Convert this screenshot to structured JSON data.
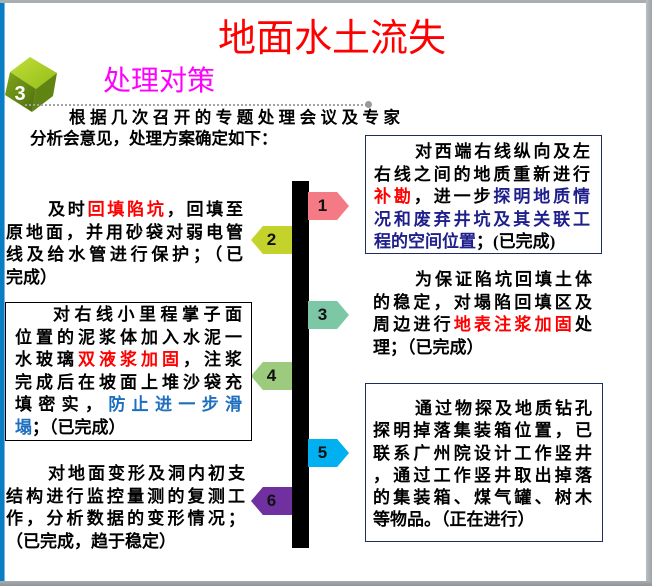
{
  "slide": {
    "title": "地面水土流失",
    "section_number": "3",
    "section_title": "处理对策",
    "intro": [
      "根据几次召开的专题处理会议及专家",
      "分析会意见，处理方案确定如下："
    ]
  },
  "colors": {
    "title": "#FF0000",
    "section_title": "#FF00FF",
    "highlight_red": "#FF0000",
    "highlight_navy": "#1F1F8C",
    "highlight_blue": "#1E6FBF",
    "timeline_bar": "#000000",
    "section_badge": "#8DB51C"
  },
  "items": [
    {
      "number": "1",
      "side": "right",
      "tab_color": "#F47A86",
      "boxed": true,
      "lines": [
        [
          {
            "text": "对西端右线纵向及左"
          }
        ],
        [
          {
            "text": "右线之间的地质重新进行"
          }
        ],
        [
          {
            "text": "补勘",
            "color": "red"
          },
          {
            "text": "，进一步"
          },
          {
            "text": "探明地质情",
            "color": "navy"
          }
        ],
        [
          {
            "text": "况和废弃井坑及其关联工",
            "color": "navy"
          }
        ],
        [
          {
            "text": "程的空间位置",
            "color": "navy"
          },
          {
            "text": "；(已完成)"
          }
        ]
      ]
    },
    {
      "number": "2",
      "side": "left",
      "tab_color": "#C4D32C",
      "boxed": false,
      "lines": [
        [
          {
            "text": "及时"
          },
          {
            "text": "回填陷坑",
            "color": "red"
          },
          {
            "text": "，回填至"
          }
        ],
        [
          {
            "text": "原地面，并用砂袋对弱电管"
          }
        ],
        [
          {
            "text": "线及给水管进行保护；（已"
          }
        ],
        [
          {
            "text": "完成）"
          }
        ]
      ]
    },
    {
      "number": "3",
      "side": "right",
      "tab_color": "#7CC7A5",
      "boxed": false,
      "lines": [
        [
          {
            "text": "为保证陷坑回填土体"
          }
        ],
        [
          {
            "text": "的稳定，对塌陷回填区及"
          }
        ],
        [
          {
            "text": "周边进行"
          },
          {
            "text": "地表注浆加固",
            "color": "red"
          },
          {
            "text": "处"
          }
        ],
        [
          {
            "text": "理；（已完成）"
          }
        ]
      ]
    },
    {
      "number": "4",
      "side": "left",
      "tab_color": "#9DCB7D",
      "boxed": true,
      "lines": [
        [
          {
            "text": "对右线小里程掌子面"
          }
        ],
        [
          {
            "text": "位置的泥浆体加入水泥一"
          }
        ],
        [
          {
            "text": "水玻璃"
          },
          {
            "text": "双液浆加固",
            "color": "red"
          },
          {
            "text": "，注浆"
          }
        ],
        [
          {
            "text": "完成后在坡面上堆沙袋充"
          }
        ],
        [
          {
            "text": "填密实，"
          },
          {
            "text": "防止进一步滑",
            "color": "blue"
          }
        ],
        [
          {
            "text": "塌",
            "color": "blue"
          },
          {
            "text": "；（已完成）"
          }
        ]
      ]
    },
    {
      "number": "5",
      "side": "right",
      "tab_color": "#00B0F0",
      "boxed": true,
      "lines": [
        [
          {
            "text": "通过物探及地质钻孔"
          }
        ],
        [
          {
            "text": "探明掉落集装箱位置，已"
          }
        ],
        [
          {
            "text": "联系广州院设计工作竖井"
          }
        ],
        [
          {
            "text": "，通过工作竖井取出掉落"
          }
        ],
        [
          {
            "text": "的集装箱、煤气罐、树木"
          }
        ],
        [
          {
            "text": "等物品。（正在进行）"
          }
        ]
      ]
    },
    {
      "number": "6",
      "side": "left",
      "tab_color": "#7030A0",
      "boxed": false,
      "lines": [
        [
          {
            "text": "对地面变形及洞内初支"
          }
        ],
        [
          {
            "text": "结构进行监控量测的复测工"
          }
        ],
        [
          {
            "text": "作，分析数据的变形情况；"
          }
        ],
        [
          {
            "text": "（已完成，趋于稳定）"
          }
        ]
      ]
    }
  ]
}
